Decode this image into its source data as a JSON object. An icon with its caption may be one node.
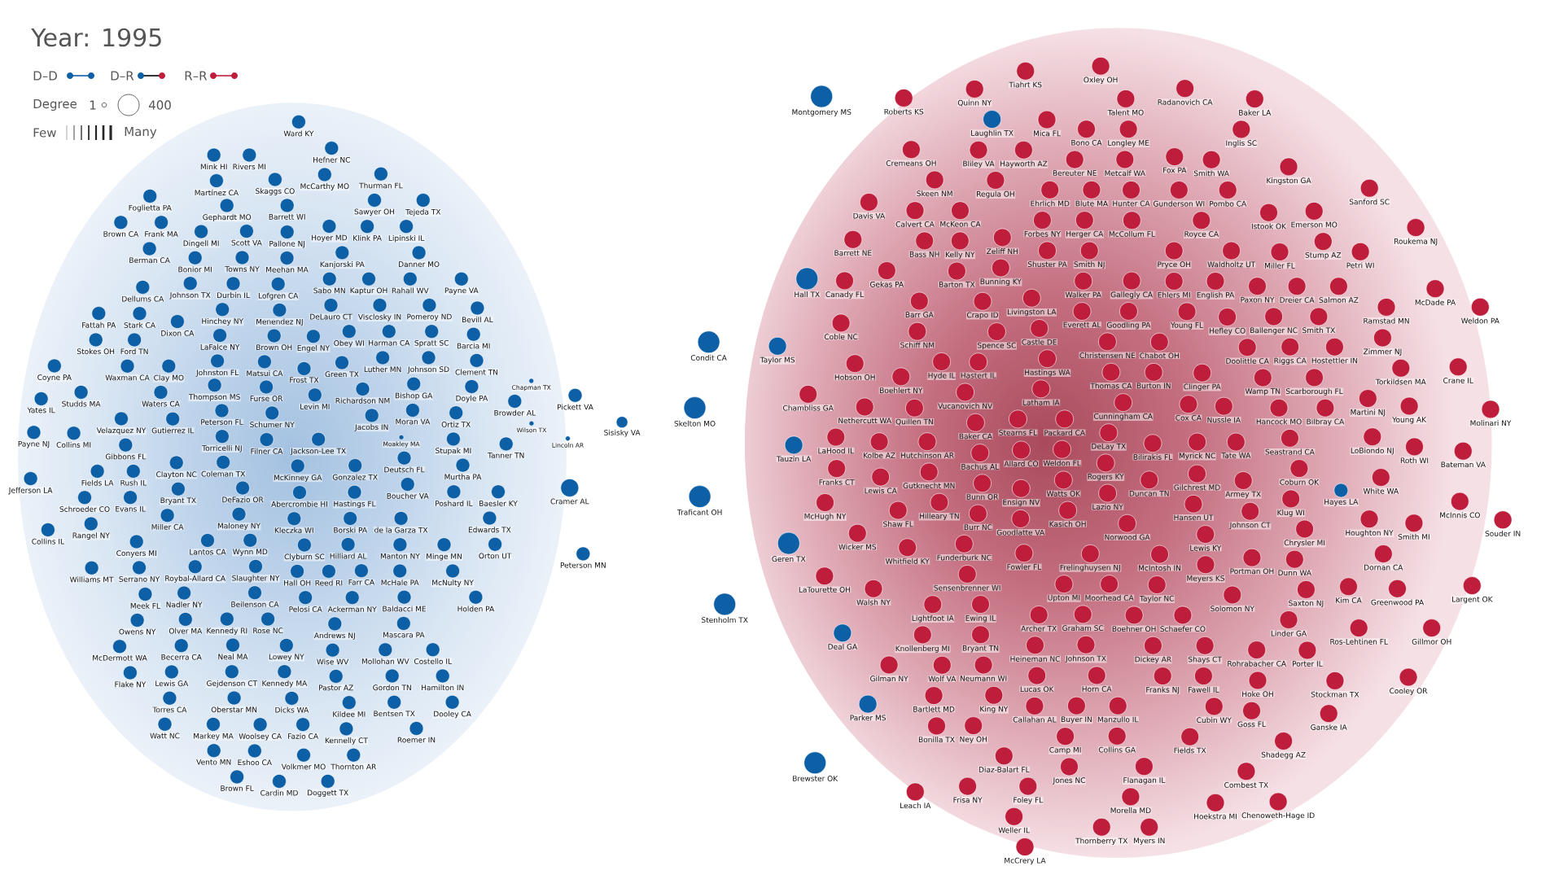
{
  "diagram": {
    "title": "Year: 1995",
    "nodes": [
      {
        "text": [
          "Rivers MI"
        ]
      },
      {
        "text": [
          "Ward KY"
        ]
      },
      {
        "text": [
          "Thurman FL"
        ]
      },
      {
        "text": [
          "Mink HI"
        ]
      },
      {
        "text": [
          "Hefner NC"
        ]
      },
      {
        "text": [
          "Foglietta PA"
        ]
      },
      {
        "text": [
          "Skaggs CO"
        ]
      },
      {
        "text": [
          "McCarthy MO"
        ]
      },
      {
        "text": [
          "Sawyer OH"
        ]
      },
      {
        "text": [
          "Tejeda TX"
        ]
      },
      {
        "text": [
          "Martínez CA"
        ]
      },
      {
        "text": [
          "Gephardt MO"
        ]
      },
      {
        "text": [
          "Brown CA"
        ]
      },
      {
        "text": [
          "Frank MA"
        ]
      },
      {
        "text": [
          "Dingell MI"
        ]
      },
      {
        "text": [
          "Scott VA"
        ]
      },
      {
        "text": [
          "Barrett WI"
        ]
      },
      {
        "text": [
          "Hoyer MD"
        ]
      },
      {
        "text": [
          "Klink PA"
        ]
      },
      {
        "text": [
          "Lipinski IL"
        ]
      },
      {
        "text": [
          "Payne VA"
        ]
      },
      {
        "text": [
          "Towns NY"
        ]
      },
      {
        "text": [
          "Danner MO"
        ]
      },
      {
        "text": [
          "Bevill AL"
        ]
      },
      {
        "text": [
          "Berman CA"
        ]
      },
      {
        "text": [
          "Bonior MI"
        ]
      },
      {
        "text": [
          "Pallone NJ"
        ]
      },
      {
        "text": [
          "Kanjorski PA"
        ]
      },
      {
        "text": [
          "Meehan MA"
        ]
      },
      {
        "text": [
          "Fattah PA"
        ]
      },
      {
        "text": [
          "Kaptur OH"
        ]
      },
      {
        "text": [
          "Rahall WV"
        ]
      },
      {
        "text": [
          "Durbin IL"
        ]
      },
      {
        "text": [
          "Sabo MN"
        ]
      },
      {
        "text": [
          "Barcia MI"
        ]
      },
      {
        "text": [
          "Dellums CA"
        ]
      },
      {
        "text": [
          "Johnson TX"
        ]
      },
      {
        "text": [
          "Hinchey NY"
        ]
      },
      {
        "text": [
          "Lofgren CA"
        ]
      },
      {
        "text": [
          "Menendez NJ"
        ]
      },
      {
        "text": [
          "DeLauro CT"
        ]
      },
      {
        "text": [
          "Visclosky IN"
        ]
      },
      {
        "text": [
          "Pomeroy ND"
        ]
      },
      {
        "text": [
          "Stokes OH"
        ]
      },
      {
        "text": [
          "Stark CA"
        ]
      },
      {
        "text": [
          "Coyne PA"
        ]
      },
      {
        "text": [
          "LaFalce NY"
        ]
      },
      {
        "text": [
          "Clement TN"
        ]
      },
      {
        "text": [
          "Engel NY"
        ]
      },
      {
        "text": [
          "Brown OH"
        ]
      },
      {
        "text": [
          "Filner CA"
        ]
      },
      {
        "text": [
          "Ford TN"
        ]
      },
      {
        "text": [
          "Obey WI"
        ]
      },
      {
        "text": [
          "Harman CA"
        ]
      },
      {
        "text": [
          "Spratt SC"
        ]
      },
      {
        "text": [
          "Dixon CA"
        ]
      },
      {
        "text": [
          "Thompson MS"
        ]
      },
      {
        "text": [
          "Studds MA"
        ]
      },
      {
        "text": [
          "Waxman CA"
        ]
      },
      {
        "text": [
          "Clay MO"
        ]
      },
      {
        "text": [
          "Frost TX"
        ]
      },
      {
        "text": [
          "Green TX"
        ]
      },
      {
        "text": [
          "Luther MN"
        ]
      },
      {
        "text": [
          "Johnson SD"
        ]
      },
      {
        "text": [
          "Yates IL"
        ]
      },
      {
        "text": [
          "Matsui CA"
        ]
      },
      {
        "text": [
          "Doyle PA"
        ]
      },
      {
        "text": [
          "Browder AL"
        ]
      },
      {
        "text": [
          "Chapman TX"
        ]
      },
      {
        "text": [
          "Pickett VA"
        ]
      },
      {
        "text": [
          "Johnston FL"
        ]
      },
      {
        "text": [
          "Waters CA"
        ]
      },
      {
        "text": [
          "Velazquez NY"
        ]
      },
      {
        "text": [
          "Gutierrez IL"
        ]
      },
      {
        "text": [
          "Torricelli NJ"
        ]
      },
      {
        "text": [
          "Furse OR"
        ]
      },
      {
        "text": [
          "Schumer NY"
        ]
      },
      {
        "text": [
          "Richardson NM"
        ]
      },
      {
        "text": [
          "Levin MI"
        ]
      },
      {
        "text": [
          "Bishop GA"
        ]
      },
      {
        "text": [
          "Ortiz TX"
        ]
      },
      {
        "text": [
          "Stupak MI"
        ]
      },
      {
        "text": [
          "Wilson TX"
        ]
      },
      {
        "text": [
          "Payne NJ"
        ]
      },
      {
        "text": [
          "Collins MI"
        ]
      },
      {
        "text": [
          "Gibbons FL"
        ]
      },
      {
        "text": [
          "Bryant TX"
        ]
      },
      {
        "text": [
          "Clayton NC"
        ]
      },
      {
        "text": [
          "DeFazio OR"
        ]
      },
      {
        "text": [
          "McKinney GA"
        ]
      },
      {
        "text": [
          "Maloney NY"
        ]
      },
      {
        "text": [
          "Jacobs IN"
        ]
      },
      {
        "text": [
          "Gonzalez TX"
        ]
      },
      {
        "text": [
          "Moakley MA"
        ]
      },
      {
        "text": [
          "Moran VA"
        ]
      },
      {
        "text": [
          "Tanner TN"
        ]
      },
      {
        "text": [
          "Lincoln AR"
        ]
      },
      {
        "text": [
          "Fields LA"
        ]
      },
      {
        "text": [
          "Jackson-Lee TX"
        ]
      },
      {
        "text": [
          "Peterson FL"
        ]
      },
      {
        "text": [
          "Abercrombie HI"
        ]
      },
      {
        "text": [
          "Hastings FL"
        ]
      },
      {
        "text": [
          "Boucher VA"
        ]
      },
      {
        "text": [
          "Murtha PA"
        ]
      },
      {
        "text": [
          "Jefferson LA"
        ]
      },
      {
        "text": [
          "Miller CA"
        ]
      },
      {
        "text": [
          "Lantos CA"
        ]
      },
      {
        "text": [
          "Rush IL"
        ]
      },
      {
        "text": [
          "Schroeder CO"
        ]
      },
      {
        "text": [
          "Slaughter NY"
        ]
      },
      {
        "text": [
          "Hilliard AL"
        ]
      },
      {
        "text": [
          "Deutsch FL"
        ]
      },
      {
        "text": [
          "Cramer AL"
        ]
      },
      {
        "text": [
          "Baesler KY"
        ]
      },
      {
        "text": [
          "Evans IL"
        ]
      },
      {
        "text": [
          "Roybal-Allard CA"
        ]
      },
      {
        "text": [
          "Coleman TX"
        ]
      },
      {
        "text": [
          "Kleczka WI"
        ]
      },
      {
        "text": [
          "Clyburn SC"
        ]
      },
      {
        "text": [
          "Borski PA"
        ]
      },
      {
        "text": [
          "Manton NY"
        ]
      },
      {
        "text": [
          "de la Garza TX"
        ]
      },
      {
        "text": [
          "Poshard IL"
        ]
      },
      {
        "text": [
          "Rangel NY"
        ]
      },
      {
        "text": [
          "Conyers MI"
        ]
      },
      {
        "text": [
          "Nadler NY"
        ]
      },
      {
        "text": [
          "Wynn MD"
        ]
      },
      {
        "text": [
          "Hall OH"
        ]
      },
      {
        "text": [
          "Reed RI"
        ]
      },
      {
        "text": [
          "McHale PA"
        ]
      },
      {
        "text": [
          "Edwards TX"
        ]
      },
      {
        "text": [
          "Collins IL"
        ]
      },
      {
        "text": [
          "Meek FL"
        ]
      },
      {
        "text": [
          "Beilenson CA"
        ]
      },
      {
        "text": [
          "Minge MN"
        ]
      },
      {
        "text": [
          "Serrano NY"
        ]
      },
      {
        "text": [
          "Rose NC"
        ]
      },
      {
        "text": [
          "Farr CA"
        ]
      },
      {
        "text": [
          "Williams MT"
        ]
      },
      {
        "text": [
          "Olver MA"
        ]
      },
      {
        "text": [
          "Neal MA"
        ]
      },
      {
        "text": [
          "Kennedy RI"
        ]
      },
      {
        "text": [
          "Pelosi CA"
        ]
      },
      {
        "text": [
          "Ackerman NY"
        ]
      },
      {
        "text": [
          "Baldacci ME"
        ]
      },
      {
        "text": [
          "Mascara PA"
        ]
      },
      {
        "text": [
          "McNulty NY"
        ]
      },
      {
        "text": [
          "Orton UT"
        ]
      },
      {
        "text": [
          "Owens NY"
        ]
      },
      {
        "text": [
          "Becerra CA"
        ]
      },
      {
        "text": [
          "Peterson MN"
        ]
      },
      {
        "text": [
          "Gejdenson CT"
        ]
      },
      {
        "text": [
          "Lowey NY"
        ]
      },
      {
        "text": [
          "Andrews NJ"
        ]
      },
      {
        "text": [
          "Costello IL"
        ]
      },
      {
        "text": [
          "Lewis GA"
        ]
      },
      {
        "text": [
          "Mollohan WV"
        ]
      },
      {
        "text": [
          "Kennedy MA"
        ]
      },
      {
        "text": [
          "Wise WV"
        ]
      },
      {
        "text": [
          "Holden PA"
        ]
      },
      {
        "text": [
          "McDermott WA"
        ]
      },
      {
        "text": [
          "Oberstar MN"
        ]
      },
      {
        "text": [
          "Torres CA"
        ]
      },
      {
        "text": [
          "Dicks WA"
        ]
      },
      {
        "text": [
          "Kildee MI"
        ]
      },
      {
        "text": [
          "Pastor AZ"
        ]
      },
      {
        "text": [
          "Gordon TN"
        ]
      },
      {
        "text": [
          "Hamilton IN"
        ]
      },
      {
        "text": [
          "Markey MA"
        ]
      },
      {
        "text": [
          "Woolsey CA"
        ]
      },
      {
        "text": [
          "Flake NY"
        ]
      },
      {
        "text": [
          "Fazio CA"
        ]
      },
      {
        "text": [
          "Bentsen TX"
        ]
      },
      {
        "text": [
          "Dooley CA"
        ]
      },
      {
        "text": [
          "Vento MN"
        ]
      },
      {
        "text": [
          "Eshoo CA"
        ]
      },
      {
        "text": [
          "Kennelly CT"
        ]
      },
      {
        "text": [
          "Volkmer MO"
        ]
      },
      {
        "text": [
          "Watt NC"
        ]
      },
      {
        "text": [
          "Brown FL"
        ]
      },
      {
        "text": [
          "Thornton AR"
        ]
      },
      {
        "text": [
          "Roemer IN"
        ]
      },
      {
        "text": [
          "Cardin MD"
        ]
      },
      {
        "text": [
          "Doggett TX"
        ]
      },
      {
        "text": [
          "Sisisky VA"
        ]
      },
      {
        "text": [
          "Condit CA"
        ]
      },
      {
        "text": [
          "Taylor MS"
        ]
      },
      {
        "text": [
          "Skelton MO"
        ]
      },
      {
        "text": [
          "Traficant OH"
        ]
      },
      {
        "text": [
          "Stenholm TX"
        ]
      },
      {
        "text": [
          "Montgomery MS"
        ]
      },
      {
        "text": [
          "Roberts KS"
        ]
      },
      {
        "text": [
          "Quinn NY"
        ]
      },
      {
        "text": [
          "Tiahrt KS"
        ]
      },
      {
        "text": [
          "Oxley OH"
        ]
      },
      {
        "text": [
          "Radanovich CA"
        ]
      },
      {
        "text": [
          "Talent MO"
        ]
      },
      {
        "text": [
          "Baker LA"
        ]
      },
      {
        "text": [
          "Laughlin TX"
        ]
      },
      {
        "text": [
          "Mica FL"
        ]
      },
      {
        "text": [
          "Bono CA"
        ]
      },
      {
        "text": [
          "Longley ME"
        ]
      },
      {
        "text": [
          "Fox PA"
        ]
      },
      {
        "text": [
          "Inglis SC"
        ]
      },
      {
        "text": [
          "Kingston GA"
        ]
      },
      {
        "text": [
          "Cremeans OH"
        ]
      },
      {
        "text": [
          "Sanford SC"
        ]
      },
      {
        "text": [
          "Bliley VA"
        ]
      },
      {
        "text": [
          "Hayworth AZ"
        ]
      },
      {
        "text": [
          "Bereuter NE"
        ]
      },
      {
        "text": [
          "Metcalf WA"
        ]
      },
      {
        "text": [
          "Smith WA"
        ]
      },
      {
        "text": [
          "Davis VA"
        ]
      },
      {
        "text": [
          "Skeen NM"
        ]
      },
      {
        "text": [
          "Regula OH"
        ]
      },
      {
        "text": [
          "Ehrlich MD"
        ]
      },
      {
        "text": [
          "Blute MA"
        ]
      },
      {
        "text": [
          "Hunter CA"
        ]
      },
      {
        "text": [
          "Gunderson WI"
        ]
      },
      {
        "text": [
          "Pombo CA"
        ]
      },
      {
        "text": [
          "Istook OK"
        ]
      },
      {
        "text": [
          "Emerson MO"
        ]
      },
      {
        "text": [
          "Roukema NJ"
        ]
      },
      {
        "text": [
          "Barrett NE"
        ]
      },
      {
        "text": [
          "McKeon CA"
        ]
      },
      {
        "text": [
          "Stump AZ"
        ]
      },
      {
        "text": [
          "Calvert CA"
        ]
      },
      {
        "text": [
          "Zeliff NH"
        ]
      },
      {
        "text": [
          "Forbes NY"
        ]
      },
      {
        "text": [
          "Herger CA"
        ]
      },
      {
        "text": [
          "McCollum FL"
        ]
      },
      {
        "text": [
          "Royce CA"
        ]
      },
      {
        "text": [
          "Miller FL"
        ]
      },
      {
        "text": [
          "Petri WI"
        ]
      },
      {
        "text": [
          "Hall TX"
        ]
      },
      {
        "text": [
          "Canady FL"
        ]
      },
      {
        "text": [
          "Gekas PA"
        ]
      },
      {
        "text": [
          "Bass NH"
        ]
      },
      {
        "text": [
          "Kelly NY"
        ]
      },
      {
        "text": [
          "Bunning KY"
        ]
      },
      {
        "text": [
          "Shuster PA"
        ]
      },
      {
        "text": [
          "Smith NJ"
        ]
      },
      {
        "text": [
          "Gallegly CA"
        ]
      },
      {
        "text": [
          "Pryce OH"
        ]
      },
      {
        "text": [
          "Waldholtz UT"
        ]
      },
      {
        "text": [
          "English PA"
        ]
      },
      {
        "text": [
          "Dreier CA"
        ]
      },
      {
        "text": [
          "Salmon AZ"
        ]
      },
      {
        "text": [
          "McDade PA"
        ]
      },
      {
        "text": [
          "Weldon PA"
        ]
      },
      {
        "text": [
          "Paxon NY"
        ]
      },
      {
        "text": [
          "Ramstad MN"
        ]
      },
      {
        "text": [
          "Coble NC"
        ]
      },
      {
        "text": [
          "Barton TX"
        ]
      },
      {
        "text": [
          "Walker PA"
        ]
      },
      {
        "text": [
          "Ehlers MI"
        ]
      },
      {
        "text": [
          "Smith TX"
        ]
      },
      {
        "text": [
          "Barr GA"
        ]
      },
      {
        "text": [
          "Livingston LA"
        ]
      },
      {
        "text": [
          "Goodling PA"
        ]
      },
      {
        "text": [
          "Young FL"
        ]
      },
      {
        "text": [
          "Hefley CO"
        ]
      },
      {
        "text": [
          "Ballenger NC"
        ]
      },
      {
        "text": [
          "Zimmer NJ"
        ]
      },
      {
        "text": [
          "Schiff NM"
        ]
      },
      {
        "text": [
          "Crapo ID"
        ]
      },
      {
        "text": [
          "Castle DE"
        ]
      },
      {
        "text": [
          "Everett AL"
        ]
      },
      {
        "text": [
          "Chabot OH"
        ]
      },
      {
        "text": [
          "Hobson OH"
        ]
      },
      {
        "text": [
          "Christensen NE"
        ]
      },
      {
        "text": [
          "Torkildsen MA"
        ]
      },
      {
        "text": [
          "Crane IL"
        ]
      },
      {
        "text": [
          "Boehlert NY"
        ]
      },
      {
        "text": [
          "Hyde IL"
        ]
      },
      {
        "text": [
          "Spence SC"
        ]
      },
      {
        "text": [
          "Clinger PA"
        ]
      },
      {
        "text": [
          "Doolittle CA"
        ]
      },
      {
        "text": [
          "Riggs CA"
        ]
      },
      {
        "text": [
          "Hostettler IN"
        ]
      },
      {
        "text": [
          "Chambliss GA"
        ]
      },
      {
        "text": [
          "Hastings WA"
        ]
      },
      {
        "text": [
          "Burton IN"
        ]
      },
      {
        "text": [
          "Martini NJ"
        ]
      },
      {
        "text": [
          "Latham IA"
        ]
      },
      {
        "text": [
          "Hastert IL"
        ]
      },
      {
        "text": [
          "Thomas CA"
        ]
      },
      {
        "text": [
          "Molinari NY"
        ]
      },
      {
        "text": [
          "Nethercutt WA"
        ]
      },
      {
        "text": [
          "Quillen TN"
        ]
      },
      {
        "text": [
          "Stearns FL"
        ]
      },
      {
        "text": [
          "Packard CA"
        ]
      },
      {
        "text": [
          "Vucanovich NV"
        ]
      },
      {
        "text": [
          "Cox CA"
        ]
      },
      {
        "text": [
          "Nussle IA"
        ]
      },
      {
        "text": [
          "Wamp TN"
        ]
      },
      {
        "text": [
          "Scarborough FL"
        ]
      },
      {
        "text": [
          "Young AK"
        ]
      },
      {
        "text": [
          "Cunningham CA"
        ]
      },
      {
        "text": [
          "LaHood IL"
        ]
      },
      {
        "text": [
          "Kolbe AZ"
        ]
      },
      {
        "text": [
          "Hutchinson AR"
        ]
      },
      {
        "text": [
          "Baker CA"
        ]
      },
      {
        "text": [
          "Hancock MO"
        ]
      },
      {
        "text": [
          "Bilbray CA"
        ]
      },
      {
        "text": [
          "LoBiondo NJ"
        ]
      },
      {
        "text": [
          "Allard CO"
        ]
      },
      {
        "text": [
          "Weldon FL"
        ]
      },
      {
        "text": [
          "DeLay TX"
        ]
      },
      {
        "text": [
          "Bilirakis FL"
        ]
      },
      {
        "text": [
          "Myrick NC"
        ]
      },
      {
        "text": [
          "Tate WA"
        ]
      },
      {
        "text": [
          "Tauzin LA"
        ]
      },
      {
        "text": [
          "Roth WI"
        ]
      },
      {
        "text": [
          "Bateman VA"
        ]
      },
      {
        "text": [
          "Bachus AL"
        ]
      },
      {
        "text": [
          "Franks CT"
        ]
      },
      {
        "text": [
          "Lewis CA"
        ]
      },
      {
        "text": [
          "Gutknecht MN"
        ]
      },
      {
        "text": [
          "Bunn OR"
        ]
      },
      {
        "text": [
          "Watts OK"
        ]
      },
      {
        "text": [
          "Seastrand CA"
        ]
      },
      {
        "text": [
          "White WA"
        ]
      },
      {
        "text": [
          "Hayes LA"
        ]
      },
      {
        "text": [
          "Coburn OK"
        ]
      },
      {
        "text": [
          "Lazio NY"
        ]
      },
      {
        "text": [
          "Duncan TN"
        ]
      },
      {
        "text": [
          "Gilchrest MD"
        ]
      },
      {
        "text": [
          "Armey TX"
        ]
      },
      {
        "text": [
          "McHugh NY"
        ]
      },
      {
        "text": [
          "Shaw FL"
        ]
      },
      {
        "text": [
          "Burr NC"
        ]
      },
      {
        "text": [
          "Ensign NV"
        ]
      },
      {
        "text": [
          "Kasich OH"
        ]
      },
      {
        "text": [
          "Hansen UT"
        ]
      },
      {
        "text": [
          "Johnson CT"
        ]
      },
      {
        "text": [
          "Klug WI"
        ]
      },
      {
        "text": [
          "McInnis CO"
        ]
      },
      {
        "text": [
          "Souder IN"
        ]
      },
      {
        "text": [
          "Houghton NY"
        ]
      },
      {
        "text": [
          "Smith MI"
        ]
      },
      {
        "text": [
          "Wicker MS"
        ]
      },
      {
        "text": [
          "Hilleary TN"
        ]
      },
      {
        "text": [
          "Funderburk NC"
        ]
      },
      {
        "text": [
          "Goodlatte VA"
        ]
      },
      {
        "text": [
          "Norwood GA"
        ]
      },
      {
        "text": [
          "Lewis KY"
        ]
      },
      {
        "text": [
          "Chrysler MI"
        ]
      },
      {
        "text": [
          "Geren TX"
        ]
      },
      {
        "text": [
          "Whitfield KY"
        ]
      },
      {
        "text": [
          "Sensenbrenner WI"
        ]
      },
      {
        "text": [
          "Fowler FL"
        ]
      },
      {
        "text": [
          "Frelinghuysen NJ"
        ]
      },
      {
        "text": [
          "McIntosh IN"
        ]
      },
      {
        "text": [
          "Dunn WA"
        ]
      },
      {
        "text": [
          "Dornan CA"
        ]
      },
      {
        "text": [
          "Upton MI"
        ]
      },
      {
        "text": [
          "Moorhead CA"
        ]
      },
      {
        "text": [
          "Portman OH"
        ]
      },
      {
        "text": [
          "LaTourette OH"
        ]
      },
      {
        "text": [
          "Ewing IL"
        ]
      },
      {
        "text": [
          "Graham SC"
        ]
      },
      {
        "text": [
          "Meyers KS"
        ]
      },
      {
        "text": [
          "Saxton NJ"
        ]
      },
      {
        "text": [
          "Walsh NY"
        ]
      },
      {
        "text": [
          "Lightfoot IA"
        ]
      },
      {
        "text": [
          "Bryant TN"
        ]
      },
      {
        "text": [
          "Archer TX"
        ]
      },
      {
        "text": [
          "Johnson TX"
        ]
      },
      {
        "text": [
          "Taylor NC"
        ]
      },
      {
        "text": [
          "Solomon NY"
        ]
      },
      {
        "text": [
          "Linder GA"
        ]
      },
      {
        "text": [
          "Kim CA"
        ]
      },
      {
        "text": [
          "Greenwood PA"
        ]
      },
      {
        "text": [
          "Largent OK"
        ]
      },
      {
        "text": [
          "Knollenberg MI"
        ]
      },
      {
        "text": [
          "Boehner OH"
        ]
      },
      {
        "text": [
          "Schaefer CO"
        ]
      },
      {
        "text": [
          "Rohrabacher CA"
        ]
      },
      {
        "text": [
          "Porter IL"
        ]
      },
      {
        "text": [
          "Ros-Lehtinen FL"
        ]
      },
      {
        "text": [
          "Gillmor OH"
        ]
      },
      {
        "text": [
          "Deal GA"
        ]
      },
      {
        "text": [
          "Neumann WI"
        ]
      },
      {
        "text": [
          "Heineman NC"
        ]
      },
      {
        "text": [
          "Dickey AR"
        ]
      },
      {
        "text": [
          "Shays CT"
        ]
      },
      {
        "text": [
          "Rogers KY"
        ]
      },
      {
        "text": [
          "Wolf VA"
        ]
      },
      {
        "text": [
          "Horn CA"
        ]
      },
      {
        "text": [
          "Hoke OH"
        ]
      },
      {
        "text": [
          "Bartlett MD"
        ]
      },
      {
        "text": [
          "King NY"
        ]
      },
      {
        "text": [
          "Manzullo IL"
        ]
      },
      {
        "text": [
          "Lucas OK"
        ]
      },
      {
        "text": [
          "Gilman NY"
        ]
      },
      {
        "text": [
          "Ney OH"
        ]
      },
      {
        "text": [
          "Buyer IN"
        ]
      },
      {
        "text": [
          "Franks NJ"
        ]
      },
      {
        "text": [
          "Fawell IL"
        ]
      },
      {
        "text": [
          "Goss FL"
        ]
      },
      {
        "text": [
          "Stockman TX"
        ]
      },
      {
        "text": [
          "Cooley OR"
        ]
      },
      {
        "text": [
          "Callahan AL"
        ]
      },
      {
        "text": [
          "Collins GA"
        ]
      },
      {
        "text": [
          "Cubin WY"
        ]
      },
      {
        "text": [
          "Parker MS"
        ]
      },
      {
        "text": [
          "Bonilla TX"
        ]
      },
      {
        "text": [
          "Diaz-Balart FL"
        ]
      },
      {
        "text": [
          "Camp MI"
        ]
      },
      {
        "text": [
          "Shadegg AZ"
        ]
      },
      {
        "text": [
          "Ganske IA"
        ]
      },
      {
        "text": [
          "Flanagan IL"
        ]
      },
      {
        "text": [
          "Fields TX"
        ]
      },
      {
        "text": [
          "Combest TX"
        ]
      },
      {
        "text": [
          "Morella MD"
        ]
      },
      {
        "text": [
          "Foley FL"
        ]
      },
      {
        "text": [
          "Frisa NY"
        ]
      },
      {
        "text": [
          "Jones NC"
        ]
      },
      {
        "text": [
          "Weller IL"
        ]
      },
      {
        "text": [
          "Brewster OK"
        ]
      },
      {
        "text": [
          "Chenoweth-Hage ID"
        ]
      },
      {
        "text": [
          "Leach IA"
        ]
      },
      {
        "text": [
          "Myers IN"
        ]
      },
      {
        "text": [
          "Hoekstra MI"
        ]
      },
      {
        "text": [
          "McCrery LA"
        ]
      },
      {
        "text": [
          "Thornberry TX"
        ]
      }
    ],
    "labels": [
      "Degree",
      "1",
      "400",
      "Few",
      "Many"
    ],
    "legend": [
      {
        "text": "D–D"
      },
      {
        "text": "D–R"
      },
      {
        "text": "R–R"
      }
    ]
  }
}
